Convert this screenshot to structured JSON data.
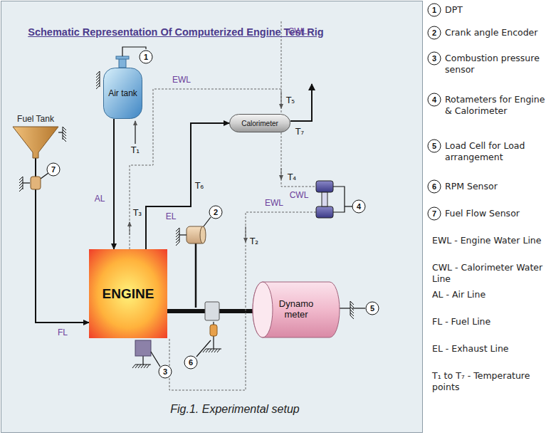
{
  "diagram": {
    "title": "Schematic Representation Of Computerized Engine Test Rig",
    "caption": "Fig.1. Experimental setup",
    "nodes": [
      {
        "text": [
          "Air tank"
        ]
      },
      {
        "text": [
          "Calorimeter"
        ]
      },
      {
        "text": [
          "Fuel Tank"
        ]
      },
      {
        "text": [
          "ENGINE"
        ]
      },
      {
        "text": [
          "Dynamo meter"
        ]
      }
    ],
    "edges": [
      {
        "from": 0,
        "to": 3,
        "arrow": "to",
        "label": "AL"
      },
      {
        "from": 3,
        "to": 1,
        "arrow": "to",
        "label": "EL"
      },
      {
        "from": 2,
        "to": 3,
        "arrow": "to",
        "label": "FL"
      },
      {
        "from": 3,
        "to": 4,
        "arrow": "none"
      }
    ],
    "labels": [
      "1",
      "2",
      "3",
      "4",
      "5",
      "6",
      "7",
      "EWL",
      "CWL",
      "T₅",
      "T₇",
      "T₆",
      "T₄",
      "CWL",
      "EWL",
      "T₃",
      "T₂",
      "T₁",
      "1",
      "DPT",
      "2",
      "Crank angle Encoder",
      "3",
      "Combustion pressure sensor",
      "4",
      "Rotameters for Engine & Calorimeter",
      "5",
      "Load Cell for Load arrangement",
      "6",
      "RPM Sensor",
      "7",
      "Fuel Flow Sensor",
      "EWL - Engine Water Line",
      "CWL - Calorimeter Water Line",
      "AL - Air Line",
      "FL - Fuel Line",
      "EL - Exhaust Line",
      "T₁ to T₇ - Temperature points"
    ]
  }
}
